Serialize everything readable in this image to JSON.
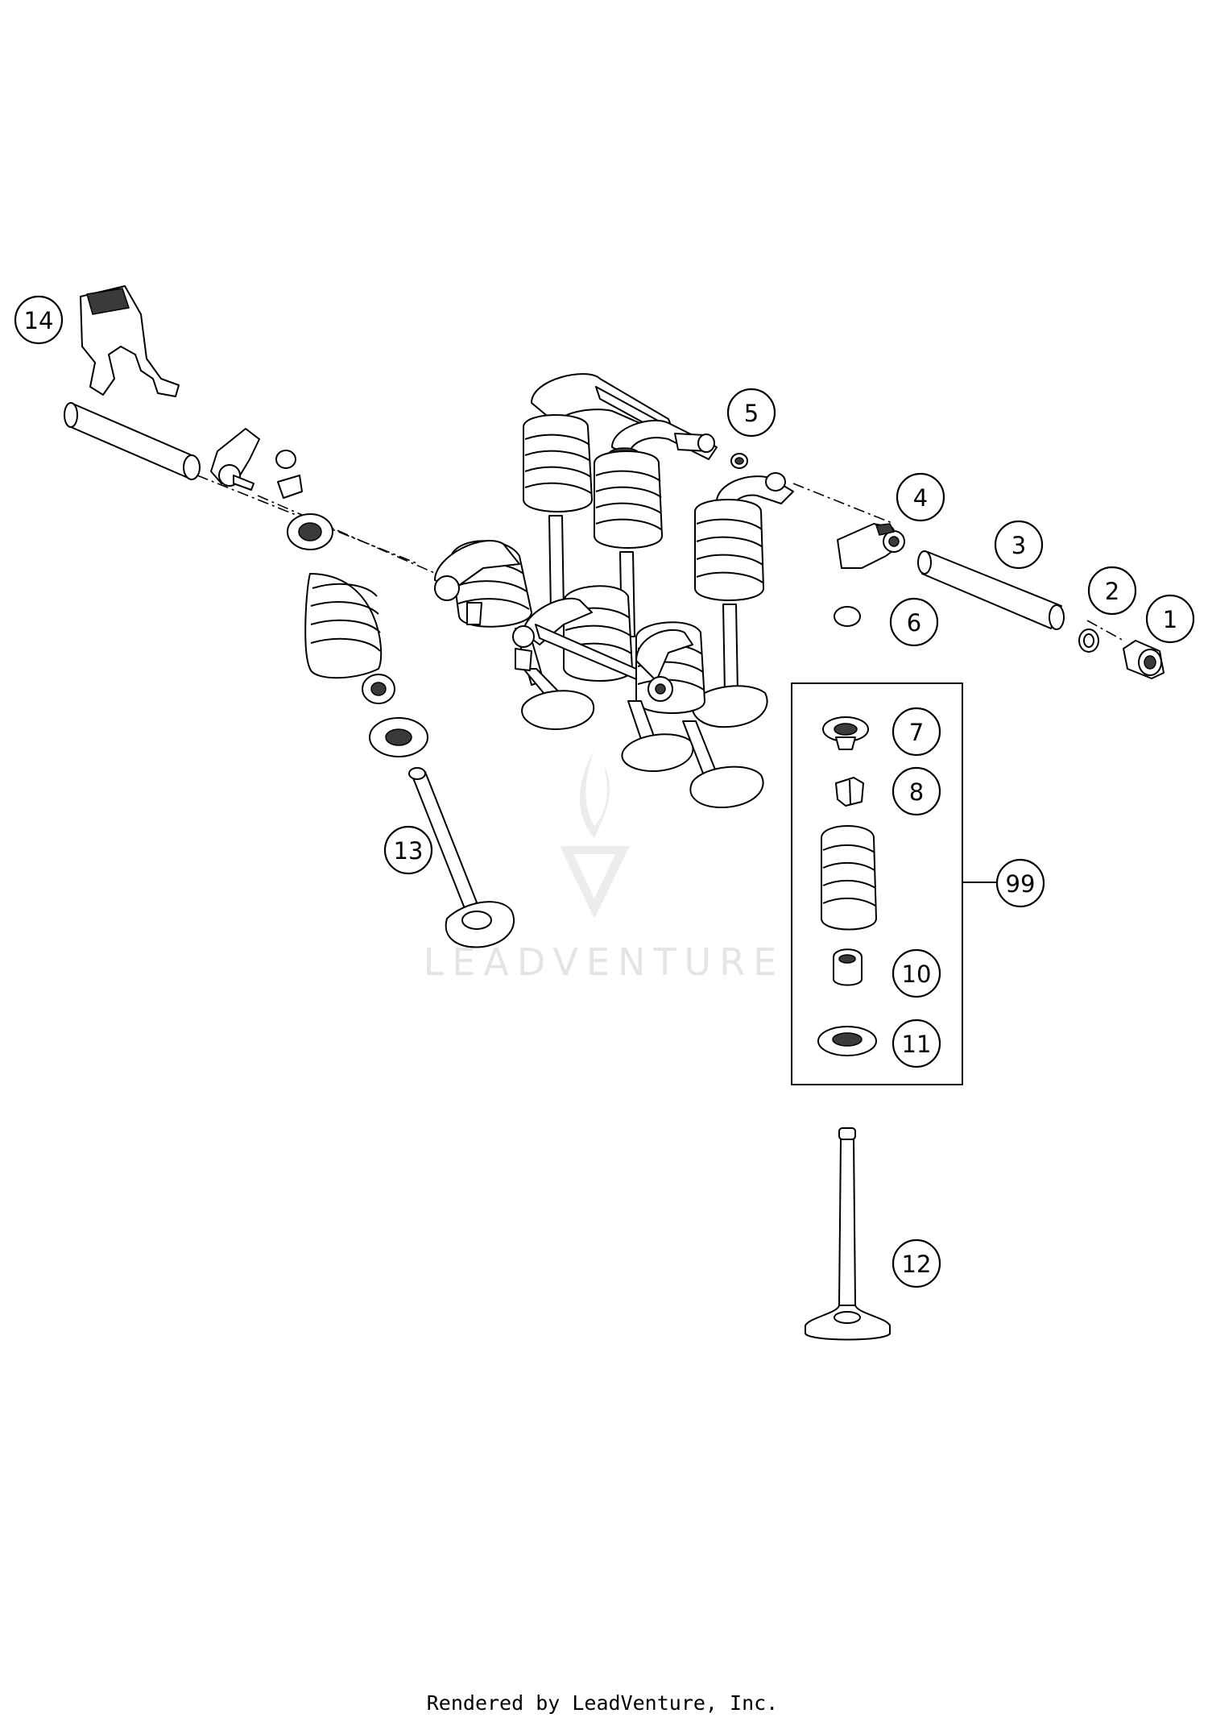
{
  "callouts": [
    {
      "id": "1",
      "label": "1"
    },
    {
      "id": "2",
      "label": "2"
    },
    {
      "id": "3",
      "label": "3"
    },
    {
      "id": "4",
      "label": "4"
    },
    {
      "id": "5",
      "label": "5"
    },
    {
      "id": "6",
      "label": "6"
    },
    {
      "id": "7",
      "label": "7"
    },
    {
      "id": "8",
      "label": "8"
    },
    {
      "id": "99",
      "label": "99"
    },
    {
      "id": "10",
      "label": "10"
    },
    {
      "id": "11",
      "label": "11"
    },
    {
      "id": "12",
      "label": "12"
    },
    {
      "id": "13",
      "label": "13"
    },
    {
      "id": "14",
      "label": "14"
    }
  ],
  "watermark": {
    "text": "LEADVENTURE",
    "logo_icon": "flame-v-logo-icon"
  },
  "footer": {
    "text": "Rendered by LeadVenture, Inc."
  }
}
